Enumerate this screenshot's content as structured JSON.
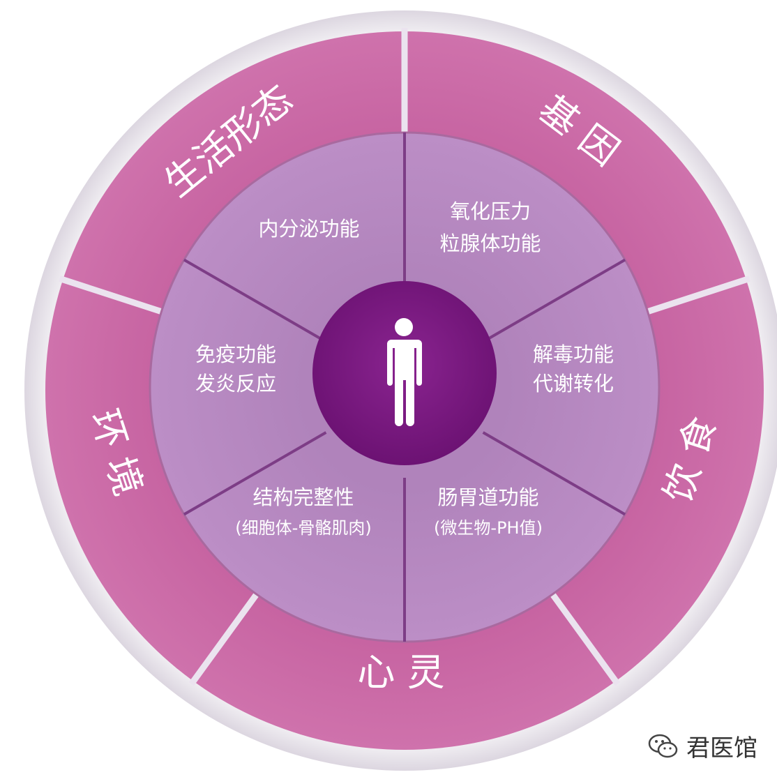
{
  "diagram": {
    "center_icon": "person-icon",
    "outer_segments": [
      {
        "id": "lifestyle",
        "label": "生活形态"
      },
      {
        "id": "genes",
        "label": "基 因"
      },
      {
        "id": "diet",
        "label": "饮 食"
      },
      {
        "id": "mind",
        "label": "心 灵"
      },
      {
        "id": "environment",
        "label": "环 境"
      }
    ],
    "inner_segments": [
      {
        "id": "endocrine",
        "lines": [
          "内分泌功能"
        ]
      },
      {
        "id": "oxidative",
        "lines": [
          "氧化压力",
          "粒腺体功能"
        ]
      },
      {
        "id": "detox",
        "lines": [
          "解毒功能",
          "代谢转化"
        ]
      },
      {
        "id": "gut",
        "lines": [
          "肠胃道功能",
          "(微生物-PH值)"
        ]
      },
      {
        "id": "structure",
        "lines": [
          "结构完整性",
          "(细胞体-骨骼肌肉)"
        ]
      },
      {
        "id": "immune",
        "lines": [
          "免疫功能",
          "发炎反应"
        ]
      }
    ]
  },
  "colors": {
    "outer_ring": "#c4619f",
    "outer_ring_light": "#cf74ad",
    "inner_ring": "#b587bf",
    "center": "#7a1880",
    "divider": "#7d3d86",
    "rim": "#e9e4ec"
  },
  "watermark": {
    "icon": "wechat-icon",
    "text": "君医馆"
  }
}
